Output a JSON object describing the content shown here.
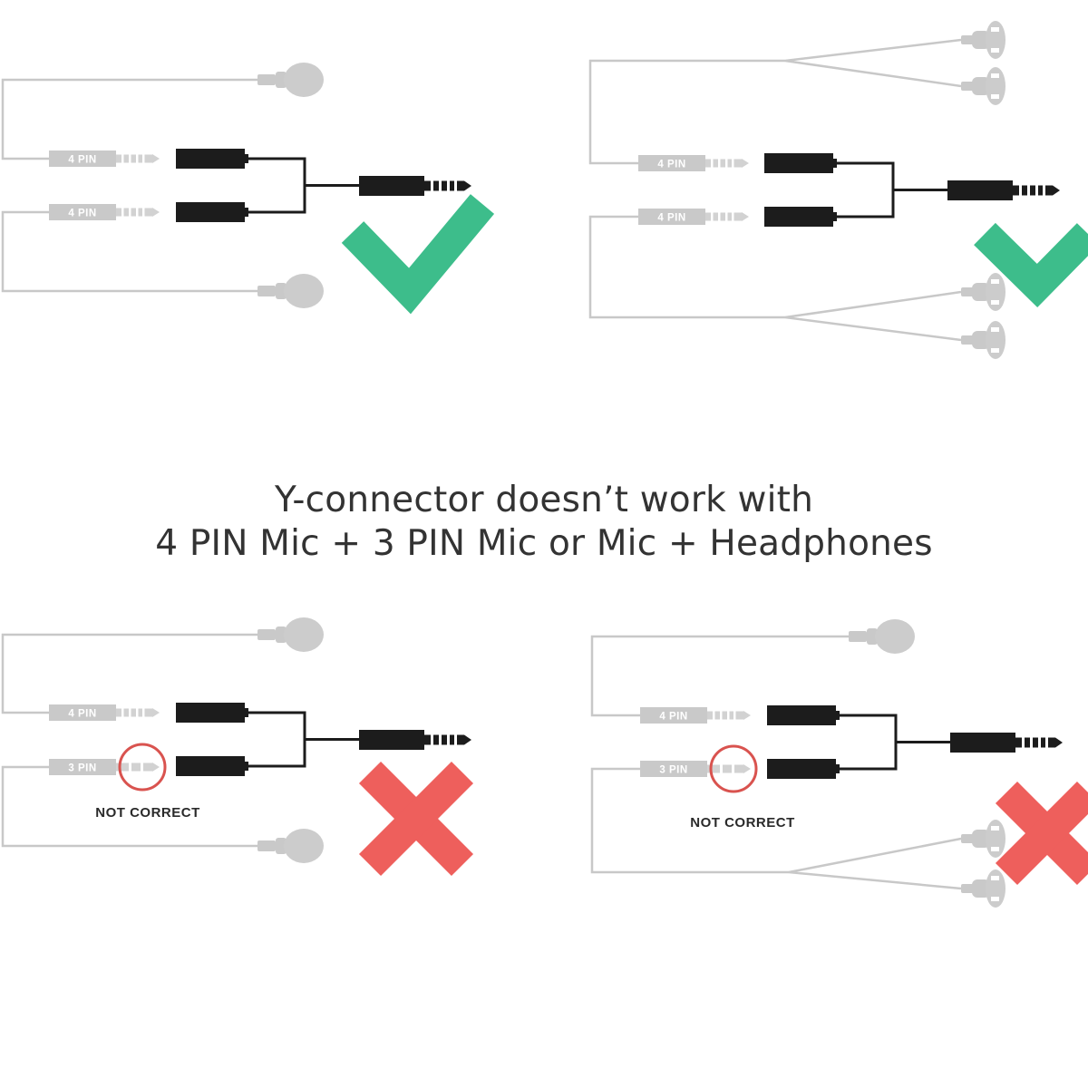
{
  "title": {
    "line1": "Y-connector doesn’t work with",
    "line2": "4 PIN Mic + 3 PIN Mic or Mic + Headphones"
  },
  "panels": {
    "top_left": {
      "upper_plug": "4 PIN",
      "lower_plug": "4 PIN",
      "result": "check-mark"
    },
    "top_right": {
      "upper_plug": "4 PIN",
      "lower_plug": "4 PIN",
      "result": "check-mark"
    },
    "bottom_left": {
      "upper_plug": "4 PIN",
      "lower_plug": "3 PIN",
      "error_label": "NOT CORRECT",
      "result": "x-mark"
    },
    "bottom_right": {
      "upper_plug": "4 PIN",
      "lower_plug": "3 PIN",
      "error_label": "NOT CORRECT",
      "result": "x-mark"
    }
  },
  "colors": {
    "check": "#3dbd8b",
    "cross": "#ee5f5c",
    "error_circle": "#d9534f",
    "cable": "#c8c8c8",
    "connector": "#1c1c1c",
    "title_text": "#333333"
  }
}
